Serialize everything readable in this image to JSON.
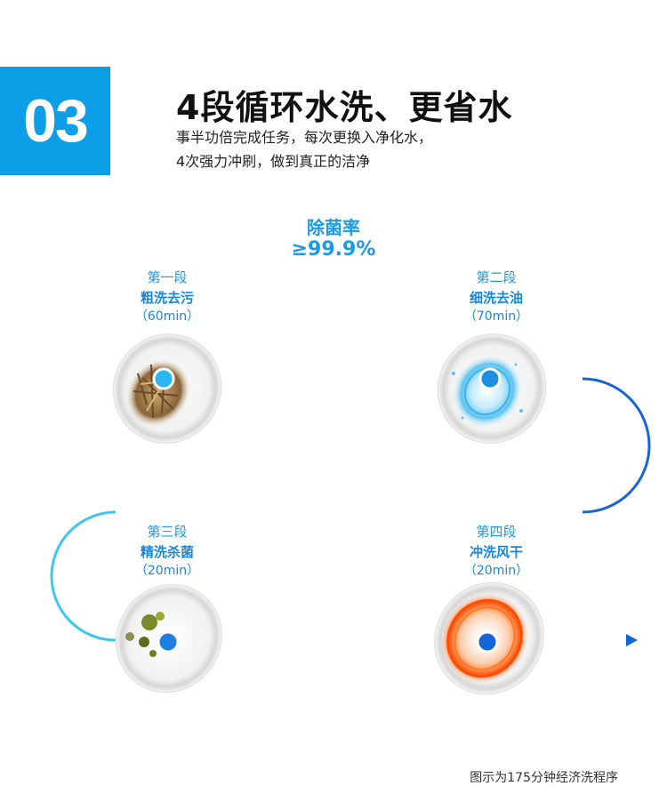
{
  "header": {
    "badge_number": "03",
    "title": "4段循环水洗、更省水",
    "subtitle_line1": "事半功倍完成任务，每次更换入净化水，",
    "subtitle_line2": "4次强力冲刷，做到真正的洁净"
  },
  "sterilization": {
    "label": "除菌率",
    "value": "≥99.9%"
  },
  "stages": [
    {
      "name": "第一段",
      "title": "粗洗去污",
      "time": "（60min）"
    },
    {
      "name": "第二段",
      "title": "细洗去油",
      "time": "（70min）"
    },
    {
      "name": "第三段",
      "title": "精洗杀菌",
      "time": "（20min）"
    },
    {
      "name": "第四段",
      "title": "冲洗风干",
      "time": "（20min）"
    }
  ],
  "footnote": "图示为175分钟经济洗程序",
  "colors": {
    "accent": "#0d9ee8",
    "line_light": "#37c6f0",
    "line_dark": "#1565d8"
  }
}
